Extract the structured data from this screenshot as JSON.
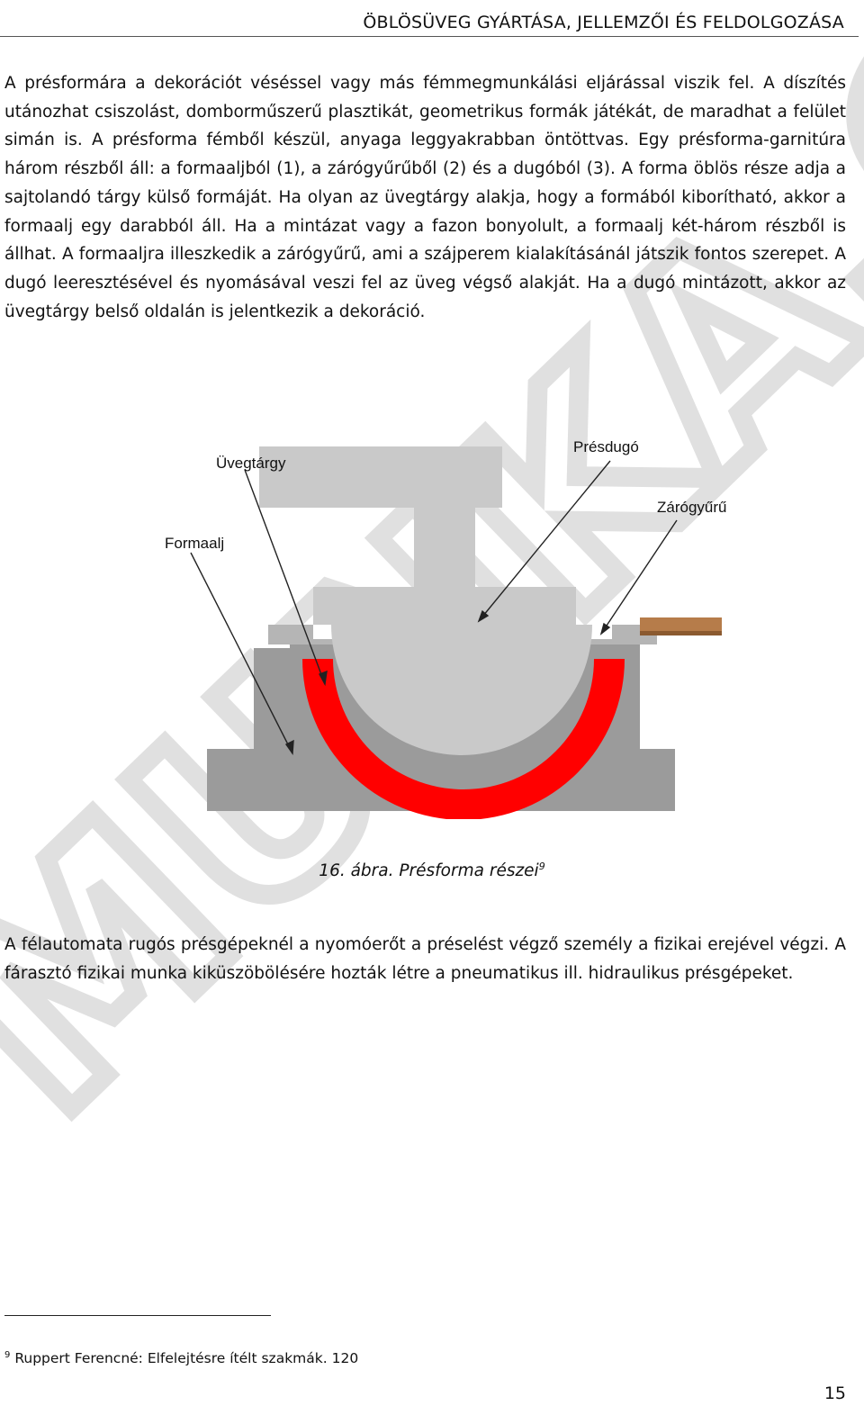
{
  "header": {
    "title": "ÖBLÖSÜVEG GYÁRTÁSA, JELLEMZŐI ÉS FELDOLGOZÁSA"
  },
  "body": {
    "paragraph1": "A présformára a dekorációt véséssel vagy más fémmegmunkálási eljárással viszik fel. A díszítés utánozhat csiszolást, domborműszerű plasztikát, geometrikus formák játékát, de maradhat a felület simán is. A présforma fémből készül, anyaga leggyakrabban öntöttvas. Egy présforma-garnitúra három részből áll: a formaaljból (1), a zárógyűrűből (2) és a dugóból (3). A forma öblös része adja a sajtolandó tárgy külső formáját. Ha olyan az üvegtárgy alakja, hogy a formából kiborítható, akkor a formaalj egy darabból áll. Ha a mintázat vagy a fazon bonyolult, a formaalj két-három részből is állhat. A formaaljra illeszkedik a zárógyűrű, ami a szájperem kialakításánál játszik fontos szerepet. A dugó leeresztésével és nyomásával veszi fel az üveg végső alakját. Ha a dugó mintázott, akkor az üvegtárgy belső oldalán is jelentkezik a dekoráció.",
    "paragraph2": "A félautomata rugós présgépeknél a nyomóerőt a  préselést végző személy a fizikai erejével végzi. A fárasztó fizikai munka kiküszöbölésére hozták létre a pneumatikus ill. hidraulikus présgépeket."
  },
  "figure": {
    "labels": {
      "uvegtargy": "Üvegtárgy",
      "presdugo": "Présdugó",
      "zarogyuru": "Zárógyűrű",
      "formaalj": "Formaalj"
    },
    "caption": "16. ábra. Présforma részei",
    "caption_ref": "9",
    "colors": {
      "mold": "#9b9b9b",
      "plunger": "#c9c9c9",
      "glass": "#ff0000",
      "handle": "#b67c4a"
    }
  },
  "watermark": {
    "text": "MUNKA.G"
  },
  "footnote": {
    "ref": "9",
    "text": "Ruppert Ferencné: Elfelejtésre ítélt szakmák. 120"
  },
  "page": {
    "number": "15"
  }
}
